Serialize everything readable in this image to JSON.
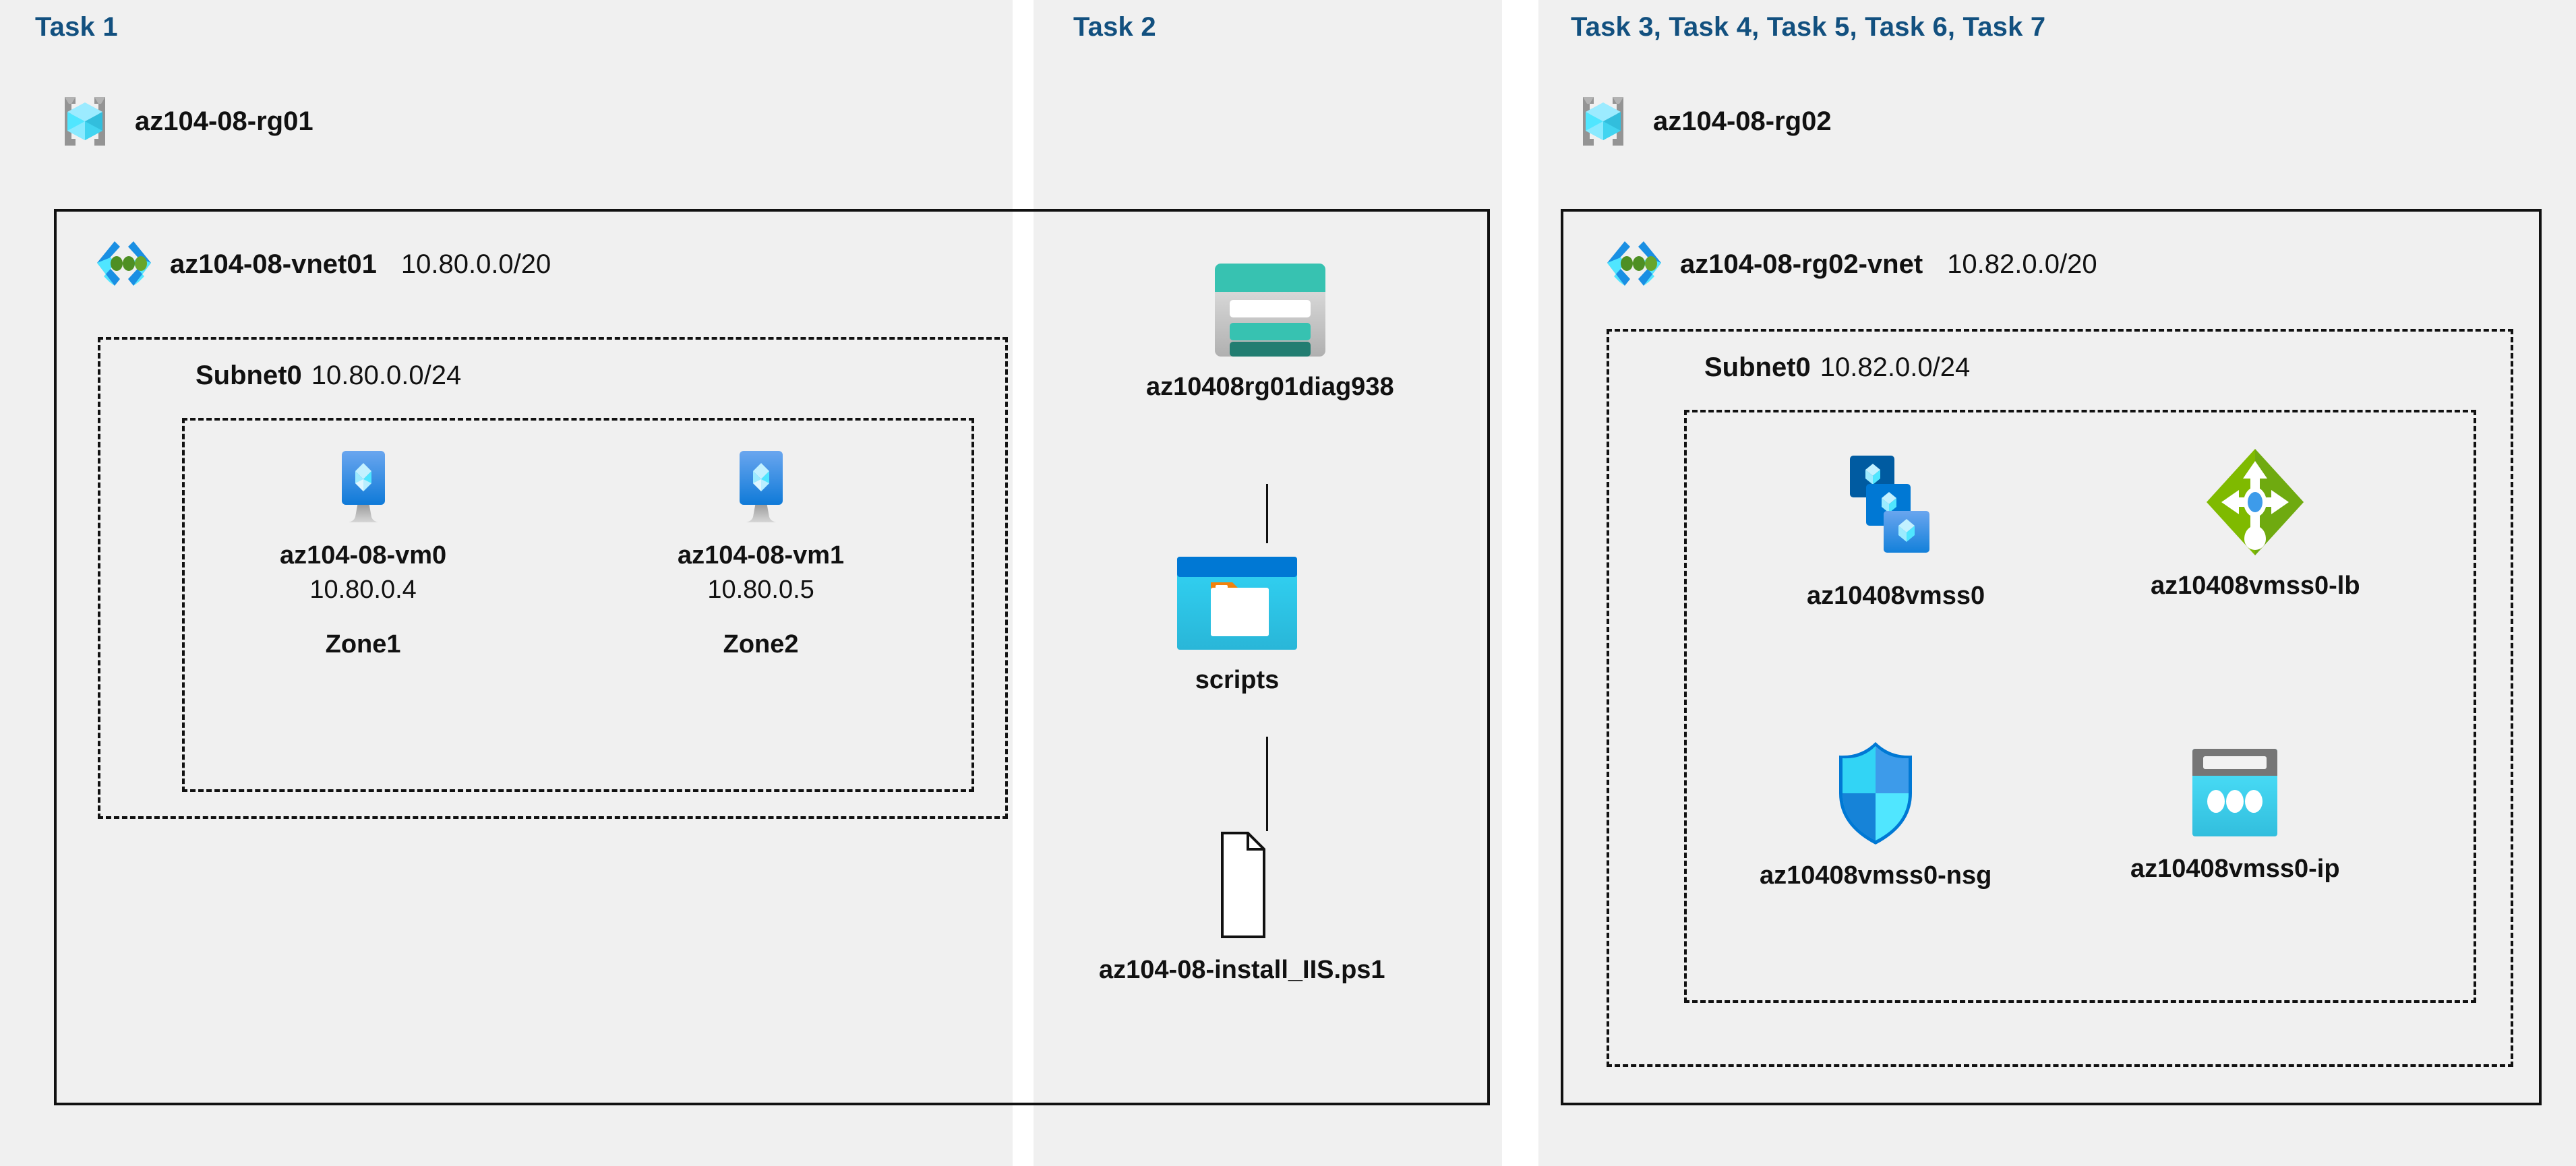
{
  "columns": [
    {
      "id": "task1",
      "title": "Task 1"
    },
    {
      "id": "task2",
      "title": "Task 2"
    },
    {
      "id": "task3",
      "title": "Task 3, Task 4, Task 5, Task 6, Task 7"
    }
  ],
  "colors": {
    "panel_background": "#f0f0f0",
    "page_background": "#ffffff",
    "task_title": "#12507f",
    "box_border": "#111111",
    "azure_blue": "#0078d4",
    "azure_cyan": "#50e6ff",
    "storage_teal": "#37c2b1",
    "storage_teal_dark": "#227d71",
    "lb_green": "#7fba00",
    "vnet_green": "#5e9624",
    "rg_grey": "#949494"
  },
  "resource_groups": [
    {
      "name": "az104-08-rg01",
      "icon": "resource-group-icon"
    },
    {
      "name": "az104-08-rg02",
      "icon": "resource-group-icon"
    }
  ],
  "vnets": [
    {
      "name": "az104-08-vnet01",
      "cidr": "10.80.0.0/20",
      "icon": "virtual-network-icon"
    },
    {
      "name": "az104-08-rg02-vnet",
      "cidr": "10.82.0.0/20",
      "icon": "virtual-network-icon"
    }
  ],
  "subnets": [
    {
      "name": "Subnet0",
      "cidr": "10.80.0.0/24"
    },
    {
      "name": "Subnet0",
      "cidr": "10.82.0.0/24"
    }
  ],
  "task1_resources": [
    {
      "name": "az104-08-vm0",
      "ip": "10.80.0.4",
      "zone": "Zone1",
      "icon": "virtual-machine-icon"
    },
    {
      "name": "az104-08-vm1",
      "ip": "10.80.0.5",
      "zone": "Zone2",
      "icon": "virtual-machine-icon"
    }
  ],
  "task2_resources": [
    {
      "name": "az10408rg01diag938",
      "icon": "storage-account-icon"
    },
    {
      "name": "scripts",
      "icon": "blob-container-icon"
    },
    {
      "name": "az104-08-install_IIS.ps1",
      "icon": "file-icon"
    }
  ],
  "task3_resources": [
    {
      "name": "az10408vmss0",
      "icon": "vm-scale-set-icon"
    },
    {
      "name": "az10408vmss0-lb",
      "icon": "load-balancer-icon"
    },
    {
      "name": "az10408vmss0-nsg",
      "icon": "network-security-group-icon"
    },
    {
      "name": "az10408vmss0-ip",
      "icon": "public-ip-address-icon"
    }
  ]
}
